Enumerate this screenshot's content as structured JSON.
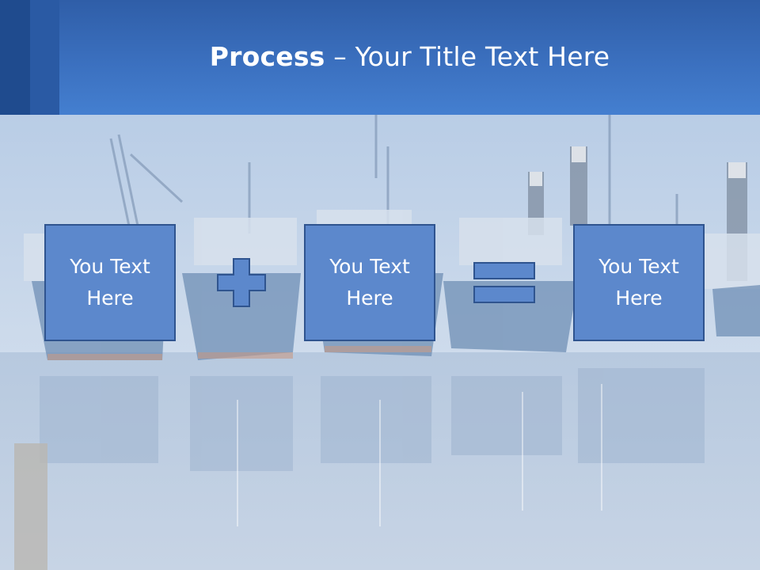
{
  "slide": {
    "title_bold": "Process",
    "title_rest": " – Your Title Text Here"
  },
  "process": {
    "box_1_text": "You Text Here",
    "box_2_text": "You Text Here",
    "box_3_text": "You Text Here",
    "operator_1": "plus-icon",
    "operator_2": "equals-icon"
  },
  "colors": {
    "header": "#3b70bf",
    "box_fill": "#5c88cc",
    "box_border": "#2f548f",
    "text": "#ffffff"
  }
}
